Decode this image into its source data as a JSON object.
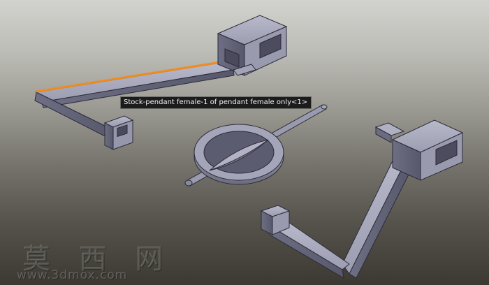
{
  "viewport": {
    "tooltip_text": "Stock-pendant female-1 of pendant female only<1>",
    "highlight_color": "#f08c1e",
    "part_color": "#8e8ea3"
  },
  "watermark": {
    "title": "莫 西 网",
    "url": "www.3dmox.com"
  }
}
